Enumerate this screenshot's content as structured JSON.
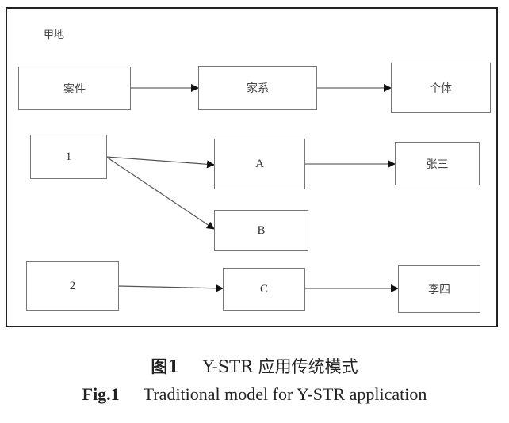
{
  "diagram": {
    "region_label": "甲地",
    "nodes": {
      "case": "案件",
      "family": "家系",
      "individual": "个体",
      "sample1": "1",
      "sample2": "2",
      "a": "A",
      "b": "B",
      "c": "C",
      "zhangsan": "张三",
      "lisi": "李四"
    },
    "edges": [
      {
        "from": "case",
        "to": "family"
      },
      {
        "from": "family",
        "to": "individual"
      },
      {
        "from": "sample1",
        "to": "a"
      },
      {
        "from": "sample1",
        "to": "b"
      },
      {
        "from": "a",
        "to": "zhangsan"
      },
      {
        "from": "sample2",
        "to": "c"
      },
      {
        "from": "c",
        "to": "lisi"
      }
    ]
  },
  "caption": {
    "cn_number": "图1",
    "cn_title": "Y-STR 应用传统模式",
    "en_number": "Fig.1",
    "en_title": "Traditional model for Y-STR application"
  }
}
